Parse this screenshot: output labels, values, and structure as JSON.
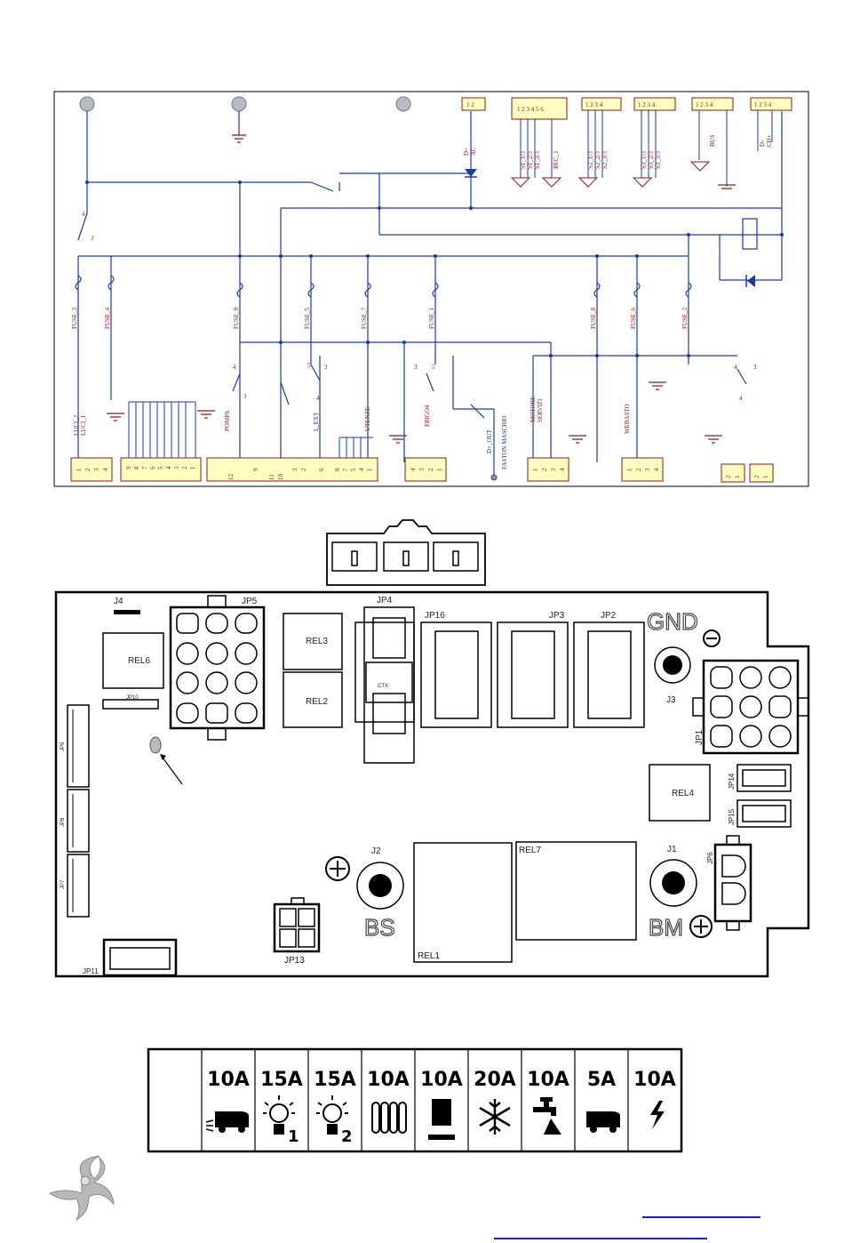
{
  "schematic": {
    "top_connectors": [
      {
        "id": "d_ac",
        "pins": [
          "1",
          "2"
        ],
        "labels": [
          "D+",
          "AC"
        ]
      },
      {
        "id": "remote",
        "pins": [
          "1",
          "2",
          "3",
          "4",
          "5",
          "6"
        ],
        "labels": [
          "S1_1/3",
          "S1_2/3",
          "S1_3/3",
          "REC_1"
        ]
      },
      {
        "id": "s2",
        "pins": [
          "1",
          "2",
          "3",
          "4"
        ],
        "labels": [
          "S2_1/3",
          "S2_2/3",
          "S2_3/3"
        ]
      },
      {
        "id": "s3",
        "pins": [
          "1",
          "2",
          "3",
          "4"
        ],
        "labels": [
          "S3_1/3",
          "S3_2/3",
          "S3_3/3"
        ]
      },
      {
        "id": "bus",
        "pins": [
          "1",
          "2",
          "3",
          "4"
        ],
        "labels": [
          "BUS"
        ]
      },
      {
        "id": "ch",
        "pins": [
          "1",
          "2",
          "3",
          "4"
        ],
        "labels": [
          "D-",
          "CH+"
        ]
      }
    ],
    "fuses": [
      "FUSE_3",
      "FUSE_4",
      "FUSE_9",
      "FUSE_5",
      "FUSE_7",
      "FUSE_1",
      "FUSE_8",
      "FUSE_6",
      "FUSE_2"
    ],
    "bottom_labels": [
      "LUCI_2",
      "LUCI_1",
      "POMPA",
      "L_EXT",
      "UTENZE",
      "FRIGO4",
      "D+_OUT",
      "FASTON MASCHIO",
      "MOTORE",
      "SERVIZI",
      "WEBASTO"
    ],
    "bottom_connectors": [
      {
        "id": "luci",
        "pins": [
          "1",
          "2",
          "3",
          "4"
        ]
      },
      {
        "id": "c9",
        "pins": [
          "9",
          "8",
          "7",
          "6",
          "5",
          "4",
          "3",
          "2",
          "1"
        ]
      },
      {
        "id": "c12",
        "pins": [
          "12",
          "9",
          "11",
          "10",
          "3",
          "2",
          "6",
          "8",
          "7",
          "5",
          "4",
          "1"
        ]
      },
      {
        "id": "frigo",
        "pins": [
          "4",
          "3",
          "2",
          "1"
        ]
      },
      {
        "id": "motore",
        "pins": [
          "1",
          "2",
          "3",
          "4"
        ]
      },
      {
        "id": "webasto",
        "pins": [
          "1",
          "2",
          "3",
          "4"
        ]
      },
      {
        "id": "c2a",
        "pins": [
          "2",
          "1"
        ]
      },
      {
        "id": "c2b",
        "pins": [
          "2",
          "1"
        ]
      }
    ],
    "switch_pins": [
      "4",
      "3",
      "5",
      "3",
      "4",
      "3",
      "3",
      "5",
      "4",
      "3",
      "4"
    ]
  },
  "pcb": {
    "labels": {
      "j4": "J4",
      "jp5": "JP5",
      "jp4": "JP4",
      "jp16": "JP16",
      "jp3": "JP3",
      "jp2": "JP2",
      "gnd": "GND",
      "j3": "J3",
      "jp1": "JP1",
      "rel6": "REL6",
      "rel3": "REL3",
      "rel2": "REL2",
      "ctx": "CTX",
      "rel4": "REL4",
      "jp14": "JP14",
      "jp15": "JP15",
      "j2": "J2",
      "j1": "J1",
      "jp6": "JP6",
      "rel7": "REL7",
      "rel1": "REL1",
      "bs": "BS",
      "bm": "BM",
      "jp13": "JP13",
      "jp11": "JP11",
      "jp10": "JP10",
      "jp9": "JP9",
      "jp8": "JP8",
      "jp7": "JP7"
    }
  },
  "fuse_table": {
    "columns": [
      {
        "amp": "10A",
        "icon": "camper-light-icon"
      },
      {
        "amp": "15A",
        "icon": "bulb-1-icon"
      },
      {
        "amp": "15A",
        "icon": "bulb-2-icon"
      },
      {
        "amp": "10A",
        "icon": "heater-icon"
      },
      {
        "amp": "10A",
        "icon": "fridge-icon"
      },
      {
        "amp": "20A",
        "icon": "snowflake-icon"
      },
      {
        "amp": "10A",
        "icon": "tap-icon"
      },
      {
        "amp": "5A",
        "icon": "camper-icon"
      },
      {
        "amp": "10A",
        "icon": "lightning-icon"
      }
    ]
  }
}
